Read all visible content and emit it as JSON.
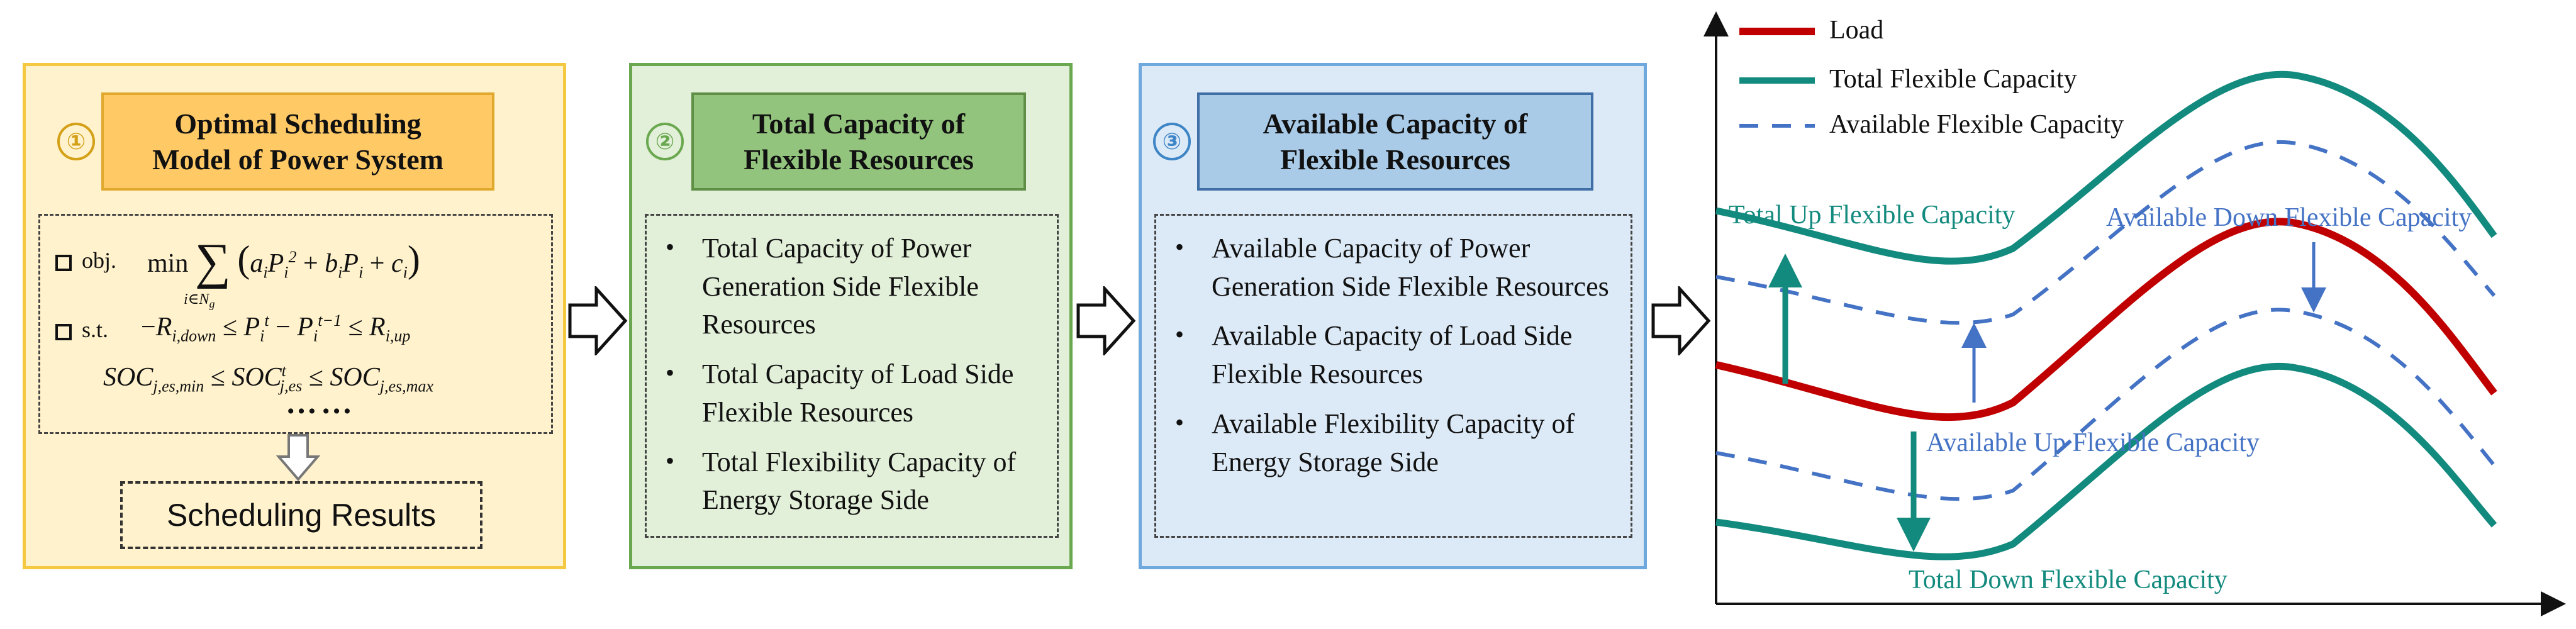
{
  "panel1": {
    "number": "①",
    "title_line1": "Optimal Scheduling",
    "title_line2": "Model of Power System",
    "obj_label": "obj.",
    "st_label": "s.t.",
    "ellipsis": "……",
    "result_label": "Scheduling Results"
  },
  "panel2": {
    "number": "②",
    "title_line1": "Total Capacity of",
    "title_line2": "Flexible Resources",
    "bullets": [
      "Total Capacity of Power Generation Side Flexible Resources",
      "Total Capacity of Load Side Flexible Resources",
      "Total Flexibility Capacity of Energy Storage Side"
    ]
  },
  "panel3": {
    "number": "③",
    "title_line1": "Available Capacity of",
    "title_line2": "Flexible Resources",
    "bullets": [
      "Available Capacity of Power Generation Side Flexible Resources",
      "Available Capacity of Load Side Flexible Resources",
      "Available Flexibility Capacity of Energy Storage Side"
    ]
  },
  "chart": {
    "legend": {
      "load": "Load",
      "total": "Total Flexible Capacity",
      "available": "Available Flexible Capacity"
    },
    "annotations": {
      "total_up": "Total Up Flexible Capacity",
      "available_down": "Available Down Flexible Capacity",
      "available_up": "Available Up Flexible Capacity",
      "total_down": "Total Down Flexible Capacity"
    },
    "colors": {
      "load": "#c00000",
      "total": "#138a7e",
      "available": "#4472c4"
    }
  }
}
